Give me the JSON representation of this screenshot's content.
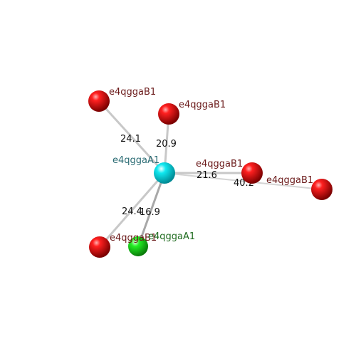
{
  "center": {
    "label": "e4qggaA1",
    "color": "#00e5f0",
    "label_color": "#2a6b73"
  },
  "neighbors": [
    {
      "id": "n1",
      "label": "e4qggaB1",
      "distance": "24.1",
      "color": "#e00000",
      "label_color": "#6b1a1a"
    },
    {
      "id": "n2",
      "label": "e4qggaB1",
      "distance": "20.9",
      "color": "#e00000",
      "label_color": "#6b1a1a"
    },
    {
      "id": "n3",
      "label": "e4qggaB1",
      "distance": "21.6",
      "color": "#e00000",
      "label_color": "#6b1a1a"
    },
    {
      "id": "n4",
      "label": "e4qggaB1",
      "distance": "40.2",
      "color": "#e00000",
      "label_color": "#6b1a1a"
    },
    {
      "id": "n5",
      "label": "e4qggaB1",
      "distance": "24.4",
      "color": "#e00000",
      "label_color": "#6b1a1a"
    },
    {
      "id": "n6",
      "label": "e4qggaA1",
      "distance": "16.9",
      "color": "#22dd22",
      "label_color": "#1f6b1f"
    }
  ]
}
